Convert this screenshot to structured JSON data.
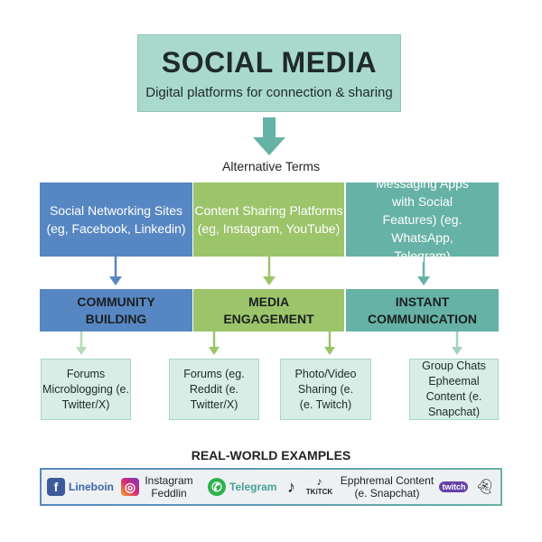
{
  "header": {
    "title": "SOCIAL MEDIA",
    "subtitle": "Digital platforms for connection & sharing"
  },
  "section_label": "Alternative Terms",
  "categories": [
    {
      "term": "Social Networking Sites (eg, Facebook, Linkedin)",
      "focus": "COMMUNITY BUILDING",
      "color": "#5787c2"
    },
    {
      "term": "Content Sharing Platforms (eg, Instagram, YouTube)",
      "focus": "MEDIA ENGAGEMENT",
      "color": "#9cc46a"
    },
    {
      "term": "Messaging Apps with Social Features) (eg. WhatsApp, Telegram)",
      "focus": "INSTANT COMMUNICATION",
      "color": "#66b2a6"
    }
  ],
  "examples": [
    "Forums Microblogging (e. Twitter/X)",
    "Forums (eg. Reddit (e. Twitter/X)",
    "Photo/Video Sharing (e. (e. Twitch)",
    "Group Chats Epheemal Content (e. Snapchat)"
  ],
  "real_world": {
    "title": "REAL-WORLD EXAMPLES",
    "items": [
      {
        "icon": "facebook-icon",
        "label": "Lineboin"
      },
      {
        "icon": "instagram-icon",
        "label": "Instagram Feddlin"
      },
      {
        "icon": "whatsapp-icon",
        "label": "Telegram"
      },
      {
        "icon": "tiktok-icon",
        "label": ""
      },
      {
        "icon": "tiktok-logo-icon",
        "label": "TKiTCK"
      },
      {
        "icon": "",
        "label": "Epphremal Content (e. Snapchat)"
      },
      {
        "icon": "twitch-icon",
        "label": "twitch"
      },
      {
        "icon": "snapchat-icon",
        "label": ""
      }
    ]
  }
}
